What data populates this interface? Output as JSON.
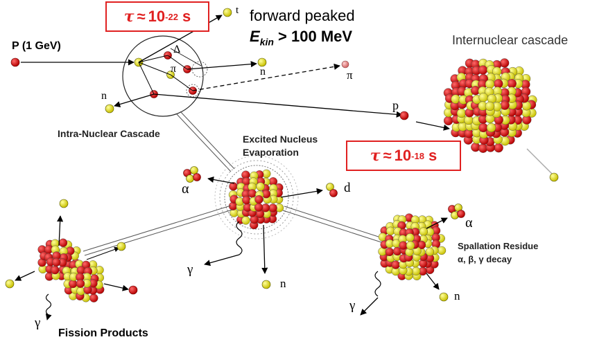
{
  "time_boxes": {
    "fast": {
      "symbol": "τ",
      "approx": "≈",
      "base": "10",
      "exp": "-22",
      "unit": "s"
    },
    "slow": {
      "symbol": "τ",
      "approx": "≈",
      "base": "10",
      "exp": "-18",
      "unit": "s"
    }
  },
  "forward": {
    "line1": "forward peaked",
    "ekin_base": "E",
    "ekin_sub": "kin",
    "ekin_rest": "> 100 MeV"
  },
  "incoming": "P (1 GeV)",
  "labels": {
    "intra_nuclear": "Intra-Nuclear Cascade",
    "excited_1": "Excited Nucleus",
    "excited_2": "Evaporation",
    "internuclear": "Internuclear cascade",
    "spallation_1": "Spallation Residue",
    "spallation_2": "α, β, γ decay",
    "fission": "Fission Products"
  },
  "particles": {
    "delta": "Δ",
    "pi_inner": "π",
    "pi_outer": "π",
    "n_top": "n",
    "n_left": "n",
    "p": "p",
    "t": "t",
    "alpha_center": "α",
    "alpha_right": "α",
    "d": "d",
    "gamma_center": "γ",
    "gamma_left": "γ",
    "gamma_right": "γ",
    "n_center": "n",
    "n_right": "n"
  },
  "colors": {
    "red": "#dd1111",
    "yellow": "#f2ec1c",
    "box_red": "#e02020"
  }
}
